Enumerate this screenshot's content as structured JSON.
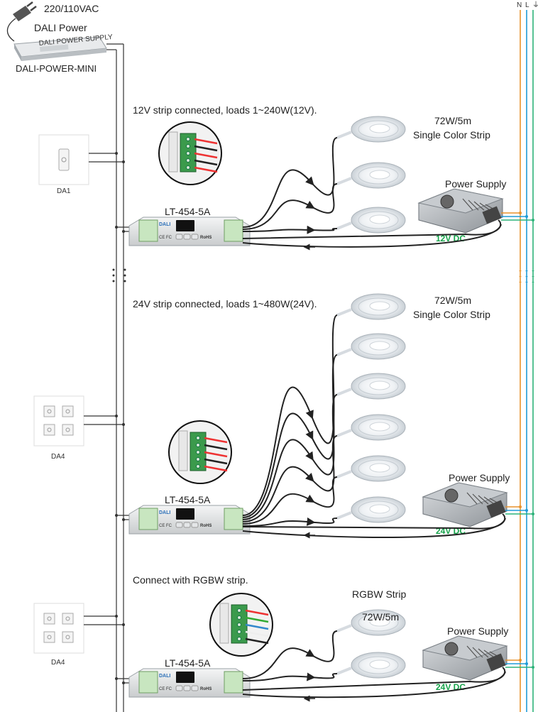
{
  "power_input": {
    "voltage_label": "220/110VAC"
  },
  "dali_power": {
    "title": "DALI Power",
    "model": "DALI-POWER-MINI",
    "case_text": "DALI POWER SUPPLY"
  },
  "mains": {
    "labels": [
      "N",
      "L",
      "⏚"
    ],
    "colors": {
      "N": "#e8922b",
      "L": "#1e9bd7",
      "PE": "#2db37a"
    }
  },
  "sections": [
    {
      "caption": "12V strip connected, loads 1~240W(12V).",
      "switch_label": "DA1",
      "controller_label": "LT-454-5A",
      "strip_spec": "72W/5m",
      "strip_type": "Single Color Strip",
      "psu_label": "Power Supply",
      "dc_label": "12V DC"
    },
    {
      "caption": "24V strip connected, loads 1~480W(24V).",
      "switch_label": "DA4",
      "controller_label": "LT-454-5A",
      "strip_spec": "72W/5m",
      "strip_type": "Single Color Strip",
      "psu_label": "Power Supply",
      "dc_label": "24V DC"
    },
    {
      "caption": "Connect with RGBW strip.",
      "switch_label": "DA4",
      "controller_label": "LT-454-5A",
      "strip_spec": "72W/5m",
      "strip_type": "RGBW Strip",
      "psu_label": "Power Supply",
      "dc_label": "24V DC"
    }
  ],
  "controller_panel": {
    "brand": "DALI",
    "ce_mark": "CE FC",
    "rohs_mark": "RoHS"
  },
  "dc_color": "#16a34a"
}
